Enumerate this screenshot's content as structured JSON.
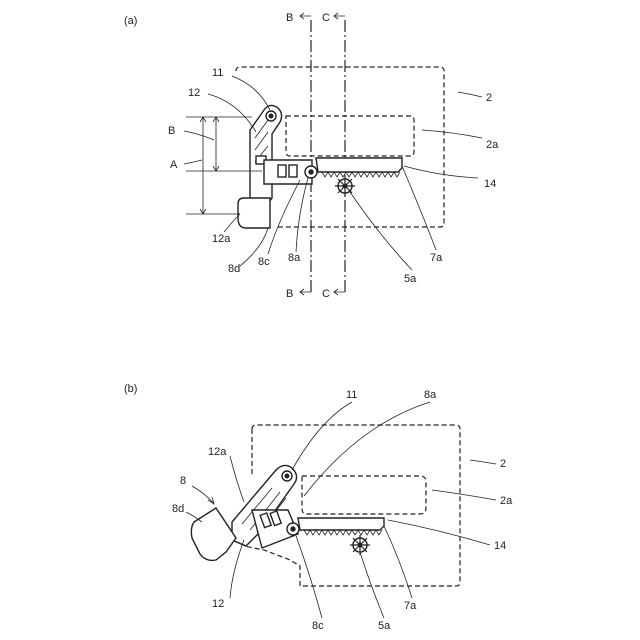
{
  "panels": [
    {
      "id": "a",
      "caption": "(a)",
      "labels": {
        "n11": "11",
        "n12": "12",
        "B": "B",
        "A": "A",
        "n2": "2",
        "n2a": "2a",
        "n14": "14",
        "n12a": "12a",
        "n8d": "8d",
        "n8c": "8c",
        "n8a": "8a",
        "n5a": "5a",
        "n7a": "7a"
      },
      "section_marks": {
        "b_top": "B",
        "c_top": "C",
        "b_bottom": "B",
        "c_bottom": "C"
      }
    },
    {
      "id": "b",
      "caption": "(b)",
      "labels": {
        "n11": "11",
        "n8a": "8a",
        "n12a": "12a",
        "n2": "2",
        "n8": "8",
        "n8d": "8d",
        "n2a": "2a",
        "n14": "14",
        "n12": "12",
        "n8c": "8c",
        "n5a": "5a",
        "n7a": "7a"
      }
    }
  ]
}
